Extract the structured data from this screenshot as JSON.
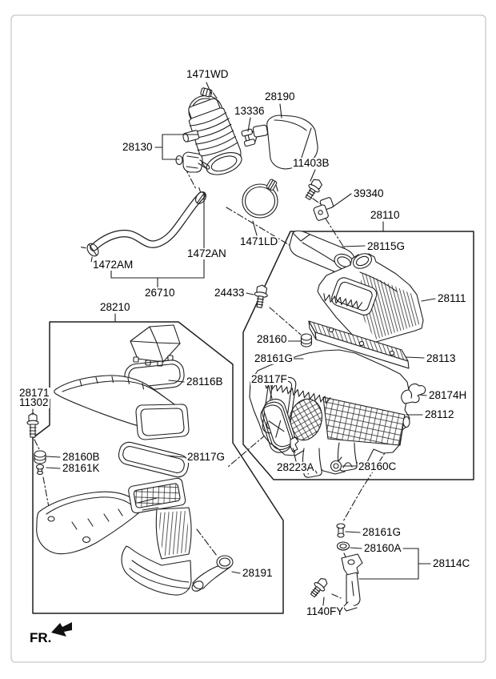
{
  "diagram": {
    "fr_indicator": "FR.",
    "line_color": "#1f1f1f",
    "border_color": "#c8c8c8",
    "callouts": [
      {
        "part": "1471WD",
        "text": "1471WD"
      },
      {
        "part": "28190",
        "text": "28190"
      },
      {
        "part": "13336",
        "text": "13336"
      },
      {
        "part": "28130",
        "text": "28130"
      },
      {
        "part": "11403B",
        "text": "11403B"
      },
      {
        "part": "39340",
        "text": "39340"
      },
      {
        "part": "28110",
        "text": "28110"
      },
      {
        "part": "28115G",
        "text": "28115G"
      },
      {
        "part": "1471LD",
        "text": "1471LD"
      },
      {
        "part": "1472AN",
        "text": "1472AN"
      },
      {
        "part": "1472AM",
        "text": "1472AM"
      },
      {
        "part": "26710",
        "text": "26710"
      },
      {
        "part": "24433",
        "text": "24433"
      },
      {
        "part": "28210",
        "text": "28210"
      },
      {
        "part": "28111",
        "text": "28111"
      },
      {
        "part": "28160",
        "text": "28160"
      },
      {
        "part": "28161G",
        "text": "28161G"
      },
      {
        "part": "28113",
        "text": "28113"
      },
      {
        "part": "28116B",
        "text": "28116B"
      },
      {
        "part": "28117F",
        "text": "28117F"
      },
      {
        "part": "28174H",
        "text": "28174H"
      },
      {
        "part": "28171",
        "text": "28171"
      },
      {
        "part": "11302",
        "text": "11302"
      },
      {
        "part": "28112",
        "text": "28112"
      },
      {
        "part": "28160B",
        "text": "28160B"
      },
      {
        "part": "28161K",
        "text": "28161K"
      },
      {
        "part": "28117G",
        "text": "28117G"
      },
      {
        "part": "28223A",
        "text": "28223A"
      },
      {
        "part": "28160C",
        "text": "28160C"
      },
      {
        "part": "28161G",
        "text": "28161G"
      },
      {
        "part": "28160A",
        "text": "28160A"
      },
      {
        "part": "28114C",
        "text": "28114C"
      },
      {
        "part": "28191",
        "text": "28191"
      },
      {
        "part": "1140FY",
        "text": "1140FY"
      }
    ]
  }
}
